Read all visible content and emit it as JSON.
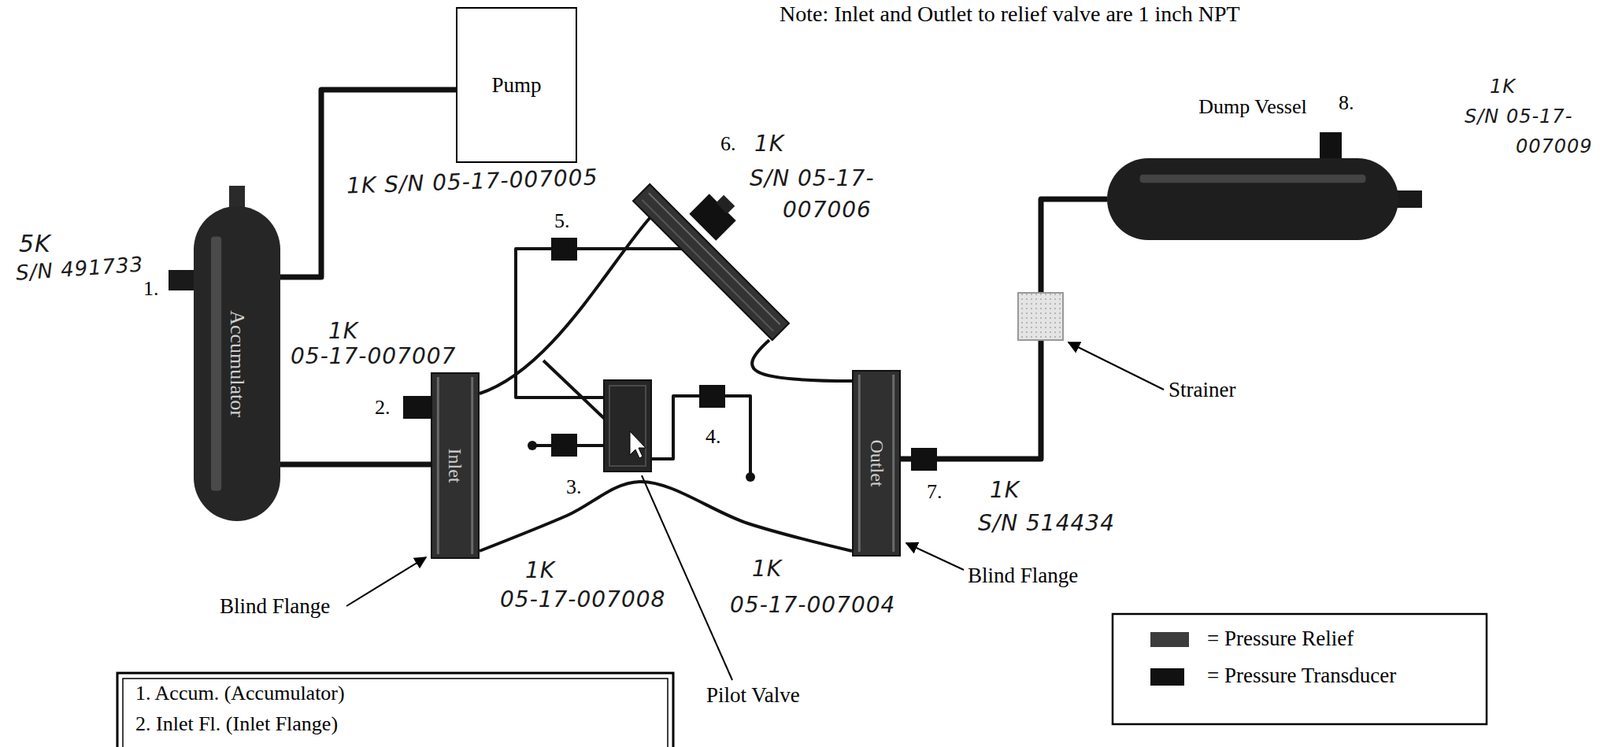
{
  "diagram": {
    "nodes": [
      {
        "text": [
          "Pump"
        ]
      },
      {
        "text": [
          "Accumulator"
        ]
      },
      {
        "text": [
          "Inlet"
        ]
      },
      {
        "text": [
          "Outlet"
        ]
      },
      {
        "text": [
          "Dump Vessel"
        ]
      }
    ],
    "edges": [
      {
        "from": 0,
        "to": 1,
        "arrow": "none"
      },
      {
        "from": 1,
        "to": 2,
        "arrow": "none"
      },
      {
        "from": 2,
        "to": 3,
        "arrow": "none"
      },
      {
        "from": 3,
        "to": 4,
        "arrow": "none"
      }
    ],
    "labels": [
      "Note: Inlet and Outlet to relief valve are 1 inch NPT",
      "5K",
      "S/N 491733",
      "1.",
      "1K",
      "05-17-007007",
      "2.",
      "1K S/N 05-17-007005",
      "5.",
      "6.",
      "1K",
      "S/N 05-17-",
      "007006",
      "8.",
      "1K",
      "S/N 05-17-",
      "007009",
      "3.",
      "4.",
      "7.",
      "1K",
      "S/N 514434",
      "1K",
      "05-17-007008",
      "1K",
      "05-17-007004",
      "Blind Flange",
      "Blind Flange",
      "Pilot Valve",
      "Strainer",
      "1. Accum. (Accumulator)",
      "2. Inlet Fl. (Inlet Flange)"
    ],
    "legend": [
      {
        "text": "= Pressure Relief",
        "color": "#3c3c3c"
      },
      {
        "text": "= Pressure Transducer",
        "color": "#111111"
      }
    ]
  }
}
